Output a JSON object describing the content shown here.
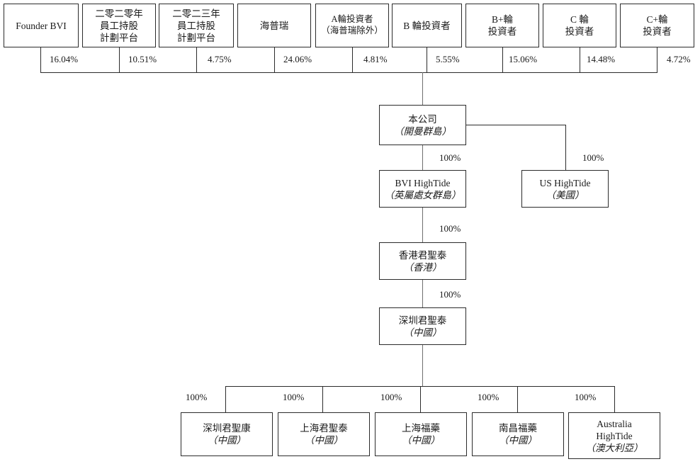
{
  "diagram": {
    "title": "Corporate shareholding structure chart",
    "line_color": "#2b2b2b",
    "trunk_color": "#6e6e6e",
    "background": "#ffffff"
  },
  "shareholders": [
    {
      "id": "founder-bvi",
      "lines": [
        "Founder BVI"
      ],
      "percent": "16.04%"
    },
    {
      "id": "esop-2020",
      "lines": [
        "二零二零年",
        "員工持股",
        "計劃平台"
      ],
      "percent": "10.51%"
    },
    {
      "id": "esop-2023",
      "lines": [
        "二零二三年",
        "員工持股",
        "計劃平台"
      ],
      "percent": "4.75%"
    },
    {
      "id": "hepalink",
      "lines": [
        "海普瑞"
      ],
      "percent": "24.06%"
    },
    {
      "id": "series-a",
      "lines": [
        "A輪投資者",
        "（海普瑞除外）"
      ],
      "percent": "4.81%"
    },
    {
      "id": "series-b",
      "lines": [
        "B 輪投資者"
      ],
      "percent": "5.55%"
    },
    {
      "id": "series-b-plus",
      "lines": [
        "B+輪",
        "投資者"
      ],
      "percent": "15.06%"
    },
    {
      "id": "series-c",
      "lines": [
        "C 輪",
        "投資者"
      ],
      "percent": "14.48%"
    },
    {
      "id": "series-c-plus",
      "lines": [
        "C+輪",
        "投資者"
      ],
      "percent": "4.72%"
    }
  ],
  "company": {
    "name": "本公司",
    "jurisdiction": "（開曼群島）"
  },
  "subsidiaries": {
    "bvi_hightide": {
      "name": "BVI HighTide",
      "jurisdiction": "（英屬處女群島）",
      "percent": "100%"
    },
    "us_hightide": {
      "name": "US HighTide",
      "jurisdiction": "（美國）",
      "percent": "100%"
    },
    "hk_hightide": {
      "name": "香港君聖泰",
      "jurisdiction": "（香港）",
      "percent": "100%"
    },
    "sz_hightide": {
      "name": "深圳君聖泰",
      "jurisdiction": "（中國）",
      "percent": "100%"
    }
  },
  "leaf_subsidiaries": [
    {
      "id": "shenzhen-junshengkang",
      "lines": [
        "深圳君聖康"
      ],
      "jurisdiction": "（中國）",
      "percent": "100%"
    },
    {
      "id": "shanghai-junshengtai",
      "lines": [
        "上海君聖泰"
      ],
      "jurisdiction": "（中國）",
      "percent": "100%"
    },
    {
      "id": "shanghai-fuyao",
      "lines": [
        "上海福藥"
      ],
      "jurisdiction": "（中國）",
      "percent": "100%"
    },
    {
      "id": "nanchang-fuyao",
      "lines": [
        "南昌福藥"
      ],
      "jurisdiction": "（中國）",
      "percent": "100%"
    },
    {
      "id": "australia-hightide",
      "lines": [
        "Australia",
        "HighTide"
      ],
      "jurisdiction": "（澳大利亞）",
      "percent": "100%"
    }
  ]
}
